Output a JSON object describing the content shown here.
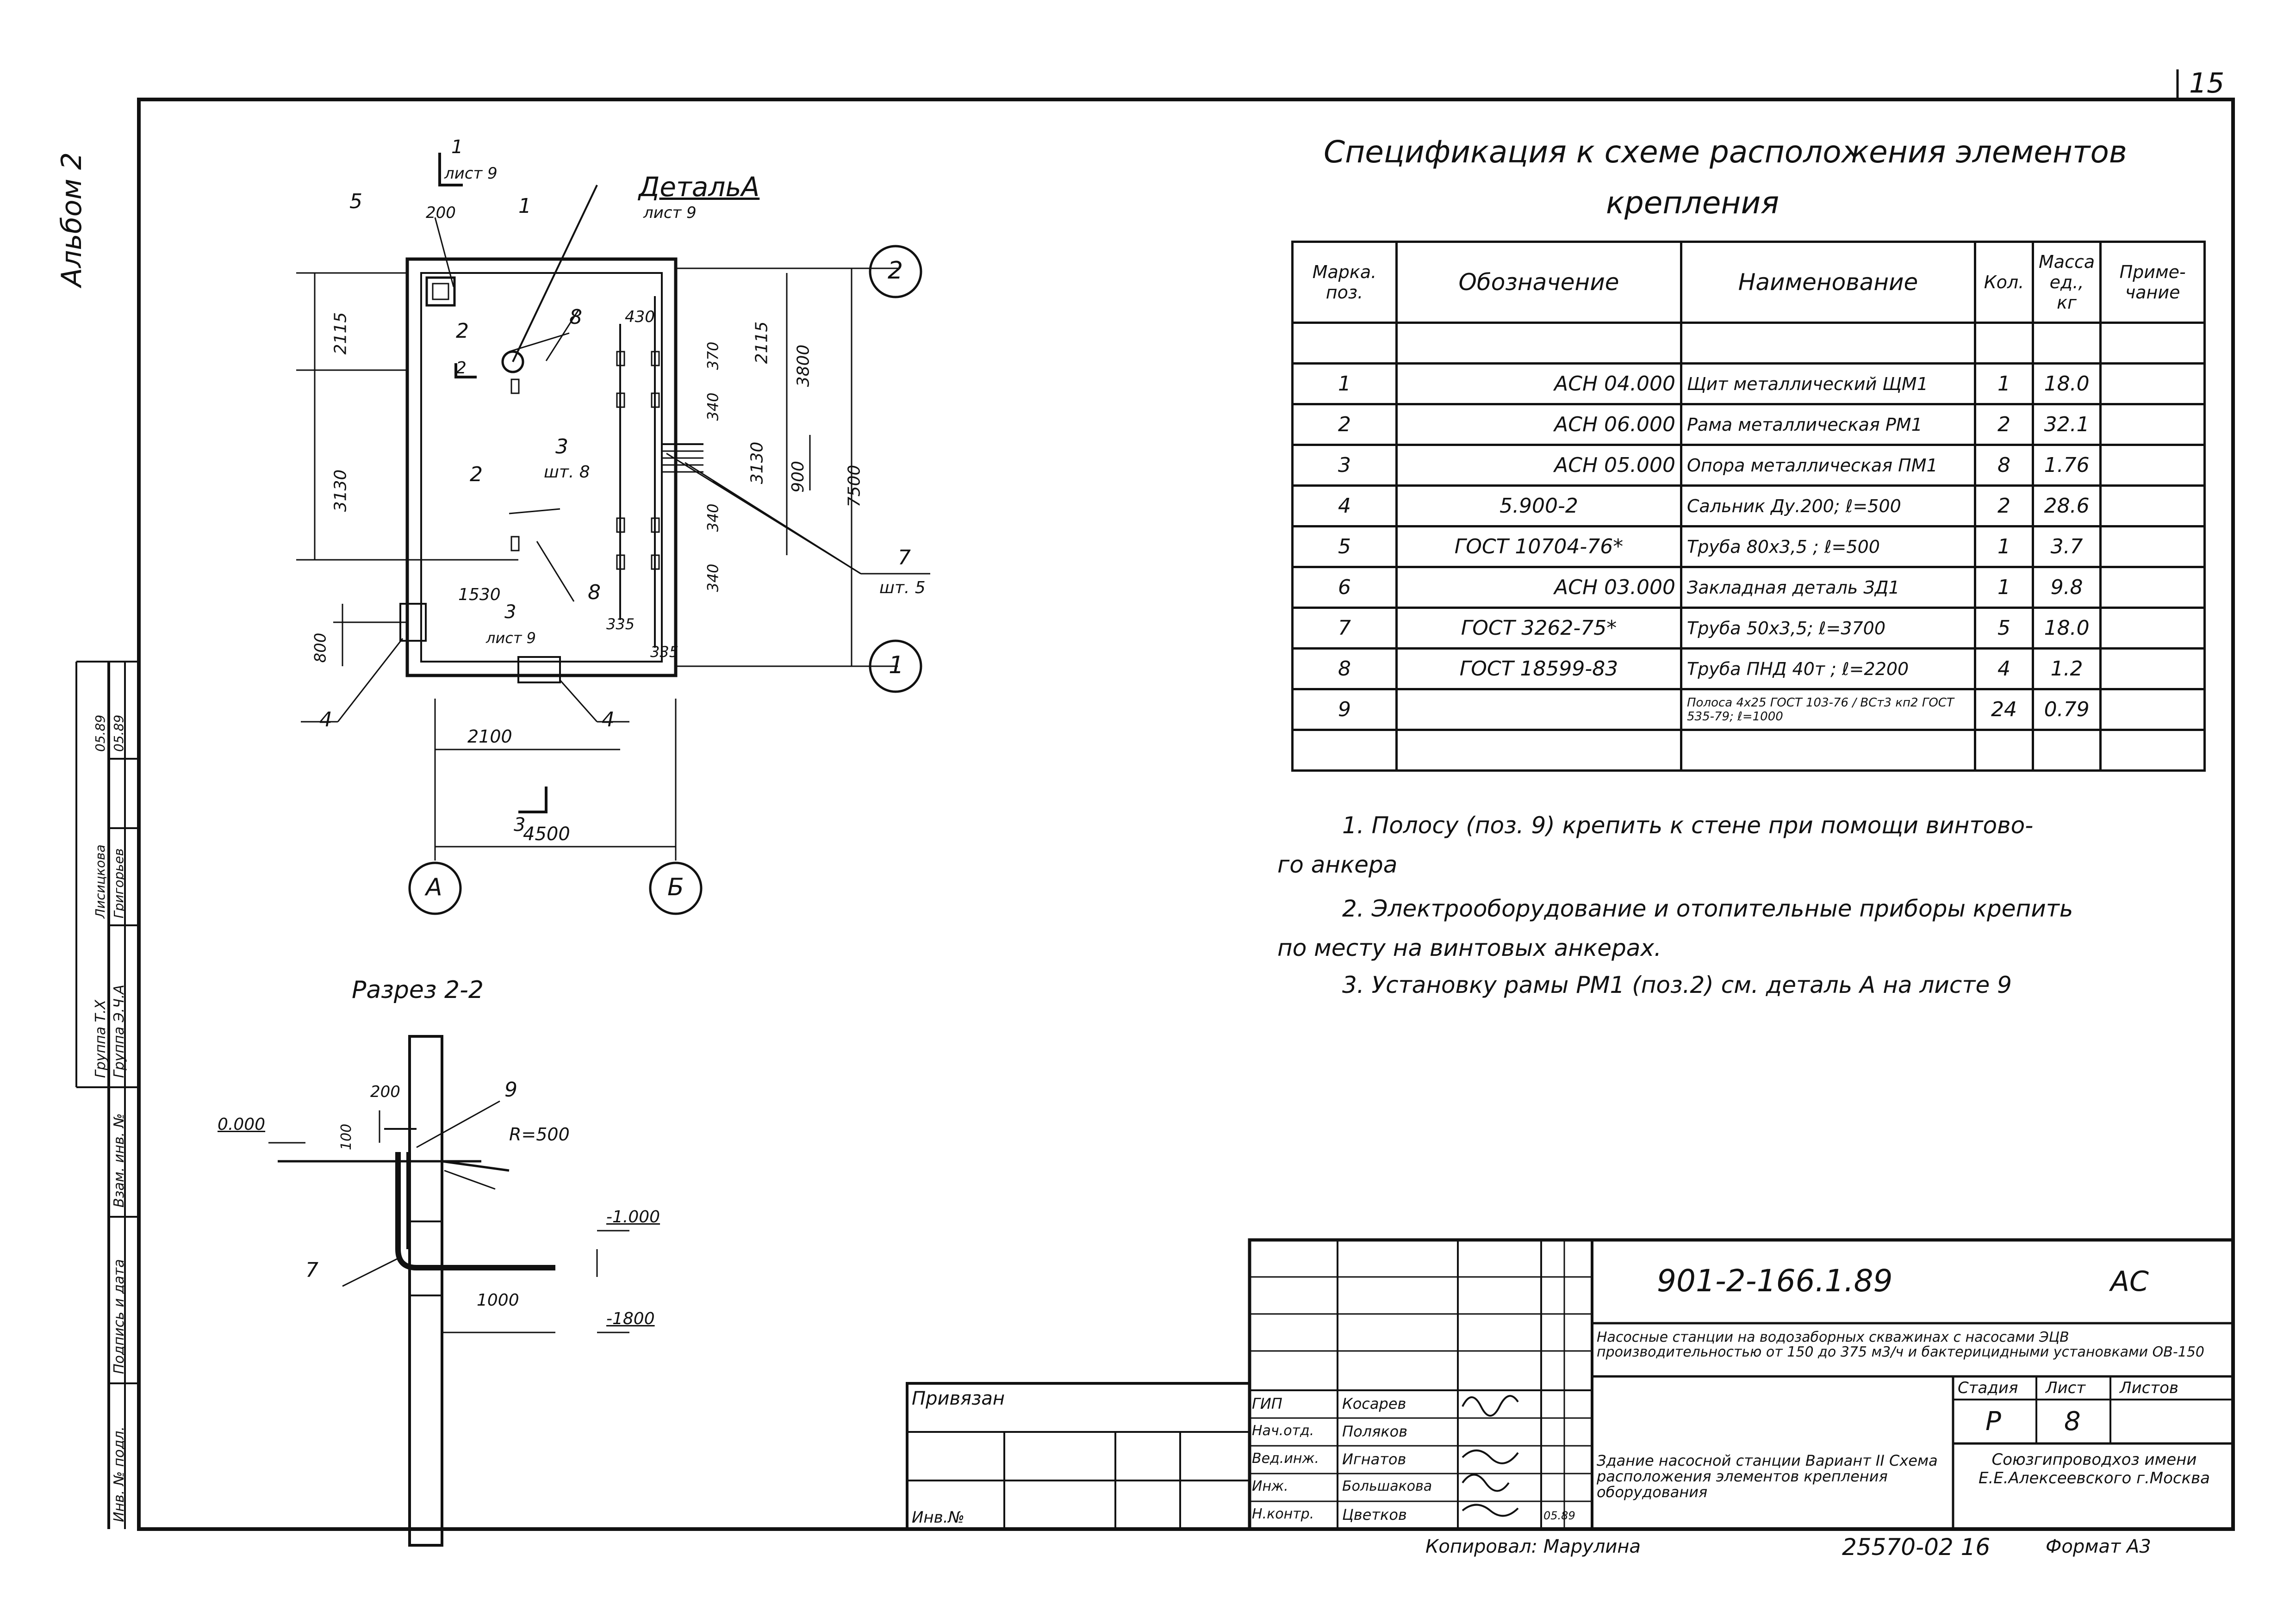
{
  "sheet": {
    "page_number": "15",
    "album_label": "Альбом 2",
    "format": "Формат А3",
    "copied_by": "Копировал: Марулина",
    "archive_no": "25570-02 16"
  },
  "spec": {
    "title_line1": "Спецификация   к схеме   расположения   элементов",
    "title_line2": "крепления",
    "headers": {
      "mark": "Марка. поз.",
      "designation": "Обозначение",
      "name": "Наименование",
      "qty": "Кол.",
      "mass": "Масса ед., кг",
      "note": "Приме- чание"
    },
    "rows": [
      {
        "mark": "1",
        "designation": "АСН 04.000",
        "name": "Щит металлический ЩМ1",
        "qty": "1",
        "mass": "18.0"
      },
      {
        "mark": "2",
        "designation": "АСН 06.000",
        "name": "Рама металлическая РМ1",
        "qty": "2",
        "mass": "32.1"
      },
      {
        "mark": "3",
        "designation": "АСН 05.000",
        "name": "Опора металлическая ПМ1",
        "qty": "8",
        "mass": "1.76"
      },
      {
        "mark": "4",
        "designation": "5.900-2",
        "name": "Сальник Ду.200; ℓ=500",
        "qty": "2",
        "mass": "28.6"
      },
      {
        "mark": "5",
        "designation": "ГОСТ 10704-76*",
        "name": "Труба 80х3,5 ; ℓ=500",
        "qty": "1",
        "mass": "3.7"
      },
      {
        "mark": "6",
        "designation": "АСН 03.000",
        "name": "Закладная деталь ЗД1",
        "qty": "1",
        "mass": "9.8"
      },
      {
        "mark": "7",
        "designation": "ГОСТ 3262-75*",
        "name": "Труба 50х3,5;  ℓ=3700",
        "qty": "5",
        "mass": "18.0"
      },
      {
        "mark": "8",
        "designation": "ГОСТ 18599-83",
        "name": "Труба ПНД 40т ;  ℓ=2200",
        "qty": "4",
        "mass": "1.2"
      },
      {
        "mark": "9",
        "designation": "",
        "name": "Полоса 4х25 ГОСТ 103-76 / ВСт3 кп2 ГОСТ 535-79; ℓ=1000",
        "qty": "24",
        "mass": "0.79"
      }
    ]
  },
  "notes": [
    "1. Полосу (поз. 9) крепить к стене при помощи винтово-",
    "го анкера",
    "2. Электрооборудование и отопительные приборы  крепить",
    "по месту  на винтовых анкерах.",
    "3. Установку рамы  РМ1  (поз.2)  см. деталь  А на листе 9"
  ],
  "plan": {
    "detail_label": "ДетальА",
    "detail_sheet": "лист 9",
    "cut1_sheet": "лист 9",
    "cut3_sheet": "лист 9",
    "axes": [
      "2",
      "1",
      "А",
      "Б"
    ],
    "dims": {
      "d200": "200",
      "d2115a": "2115",
      "d2115b": "2115",
      "d3130a": "3130",
      "d3130b": "3130",
      "d3800": "3800",
      "d7500": "7500",
      "d900": "900",
      "d430": "430",
      "d370": "370",
      "d340a": "340",
      "d340b": "340",
      "d340c": "340",
      "d1530": "1530",
      "d800": "800",
      "d335a": "335",
      "d335b": "335",
      "d2100": "2100",
      "d4500": "4500"
    },
    "marks": {
      "m1": "1",
      "m2a": "2",
      "m2b": "2",
      "m3": "3",
      "m3qty": "шт. 8",
      "m4a": "4",
      "m4b": "4",
      "m5": "5",
      "m7": "7",
      "m7qty": "шт. 5",
      "m8a": "8",
      "m8b": "8",
      "cut1": "1",
      "cut3a": "3",
      "cut3b": "3",
      "cut2": "2"
    }
  },
  "section": {
    "title": "Разрез 2-2",
    "elev0": "0.000",
    "elev1": "-1.000",
    "elev2": "-1800",
    "radius": "R=500",
    "d200": "200",
    "d100": "100",
    "d1000": "1000",
    "m9": "9",
    "m7": "7"
  },
  "stamp": {
    "doc_code": "901-2-166.1.89",
    "doc_mark": "АС",
    "project": "Насосные станции на водозаборных скважинах с насосами ЭЦВ производительностью от 150 до 375 м3/ч и бактерицидными установками ОВ-150",
    "sheet_title": "Здание насосной станции Вариант II Схема расположения элементов крепления оборудования",
    "org": "Союзгипроводхоз имени Е.Е.Алексеевского г.Москва",
    "stage_label": "Стадия",
    "sheet_label": "Лист",
    "sheets_label": "Листов",
    "stage": "Р",
    "sheet_no": "8",
    "roles": [
      {
        "role": "ГИП",
        "name": "Косарев"
      },
      {
        "role": "Нач.отд.",
        "name": "Поляков"
      },
      {
        "role": "Вед.инж.",
        "name": "Игнатов"
      },
      {
        "role": "Инж.",
        "name": "Большакова"
      },
      {
        "role": "Н.контр.",
        "name": "Цветков"
      }
    ],
    "date": "05.89",
    "bound": "Привязан",
    "inv_no": "Инв.№"
  },
  "margin": {
    "inv_orig": "Инв. № подл.",
    "sign_date": "Подпись и дата",
    "vzam": "Взам. инв. №",
    "group_tx": "Группа Т.Х",
    "group_ea": "Группа Э.Ч.А",
    "name1": "Лисицкова",
    "name2": "Григорьев",
    "date1": "05.89",
    "date2": "05.89"
  }
}
